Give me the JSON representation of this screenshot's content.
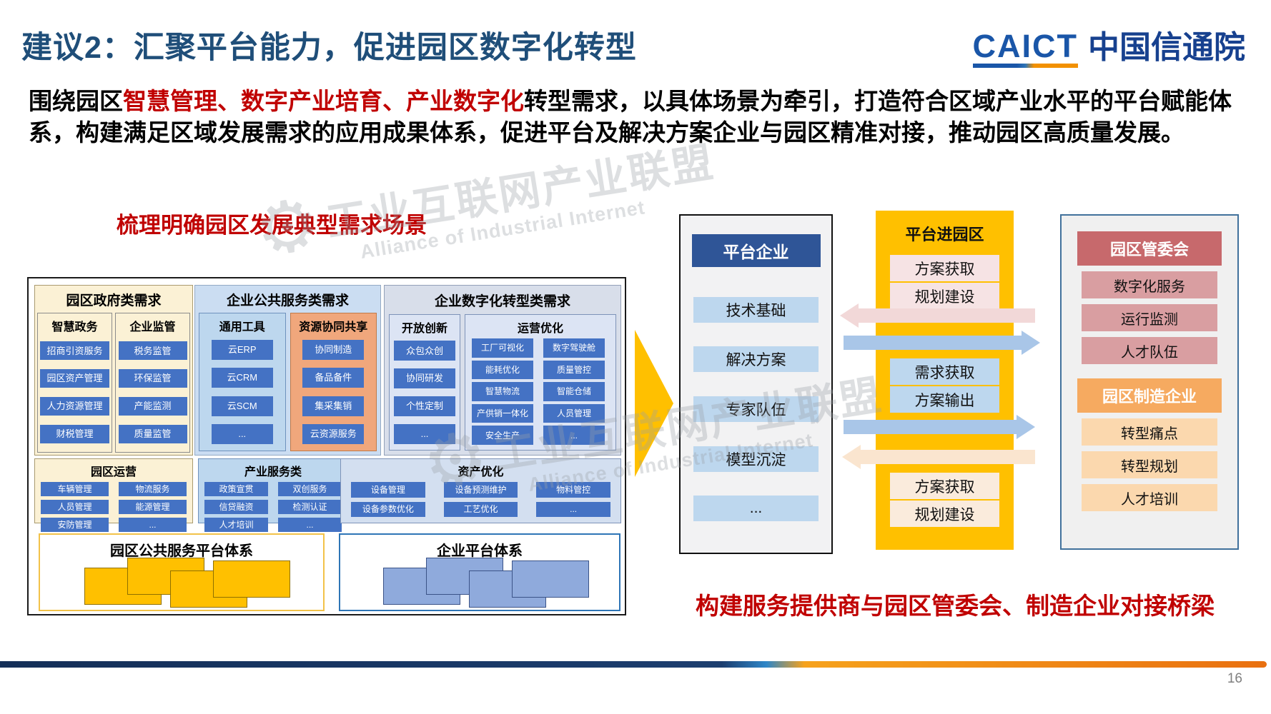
{
  "header": {
    "title": "建议2：汇聚平台能力，促进园区数字化转型",
    "logo_text": "CAICT",
    "logo_cn": "中国信通院"
  },
  "intro": {
    "lead": "围绕园区",
    "highlight": "智慧管理、数字产业培育、产业数字化",
    "rest": "转型需求，以具体场景为牵引，打造符合区域产业水平的平台赋能体系，构建满足区域发展需求的应用成果体系，促进平台及解决方案企业与园区精准对接，推动园区高质量发展。"
  },
  "captions": {
    "demand": "梳理明确园区发展典型需求场景",
    "bridge": "构建服务提供商与园区管委会、制造企业对接桥梁"
  },
  "watermark": {
    "cn": "工业互联网产业联盟",
    "en": "Alliance of Industrial Internet",
    "gear": "⚙"
  },
  "colors": {
    "title_blue": "#1F4E79",
    "accent_red": "#C00000",
    "gold": "#FFC000",
    "item_blue": "#4472C4",
    "light_blue": "#BDD7EE",
    "rose": "#C7696C",
    "orange": "#F6AA60"
  },
  "demand": {
    "gov": {
      "title": "园区政府类需求",
      "groups": [
        {
          "title": "智慧政务",
          "items": [
            "招商引资服务",
            "园区资产管理",
            "人力资源管理",
            "财税管理"
          ]
        },
        {
          "title": "企业监管",
          "items": [
            "税务监管",
            "环保监管",
            "产能监测",
            "质量监管"
          ]
        }
      ]
    },
    "operation": {
      "title": "园区运营",
      "items": [
        "车辆管理",
        "物流服务",
        "人员管理",
        "能源管理",
        "安防管理",
        "..."
      ]
    },
    "public": {
      "title": "企业公共服务类需求",
      "tools": {
        "title": "通用工具",
        "items": [
          "云ERP",
          "云CRM",
          "云SCM",
          "..."
        ]
      },
      "share": {
        "title": "资源协同共享",
        "items": [
          "协同制造",
          "备品备件",
          "集采集销",
          "云资源服务"
        ]
      }
    },
    "industry": {
      "title": "产业服务类",
      "items": [
        "政策宣贯",
        "双创服务",
        "信贷融资",
        "检测认证",
        "人才培训",
        "..."
      ]
    },
    "digital": {
      "title": "企业数字化转型类需求",
      "innovation": {
        "title": "开放创新",
        "items": [
          "众包众创",
          "协同研发",
          "个性定制",
          "..."
        ]
      },
      "operation_opt": {
        "title": "运营优化",
        "items": [
          "工厂可视化",
          "数字驾驶舱",
          "能耗优化",
          "质量管控",
          "智慧物流",
          "智能仓储",
          "产供销一体化",
          "人员管理",
          "安全生产",
          "..."
        ]
      }
    },
    "asset": {
      "title": "资产优化",
      "items": [
        "设备管理",
        "设备预测维护",
        "物料管控",
        "设备参数优化",
        "工艺优化",
        "..."
      ]
    },
    "platform_systems": {
      "park": "园区公共服务平台体系",
      "enterprise": "企业平台体系"
    }
  },
  "platform_company": {
    "title": "平台企业",
    "items": [
      "技术基础",
      "解决方案",
      "专家队伍",
      "模型沉淀",
      "..."
    ]
  },
  "platform_to_park": {
    "title": "平台进园区",
    "top": [
      "方案获取",
      "规划建设"
    ],
    "middle": [
      "需求获取",
      "方案输出"
    ],
    "bottom": [
      "方案获取",
      "规划建设"
    ]
  },
  "park": {
    "committee": {
      "title": "园区管委会",
      "items": [
        "数字化服务",
        "运行监测",
        "人才队伍"
      ]
    },
    "manufacturer": {
      "title": "园区制造企业",
      "items": [
        "转型痛点",
        "转型规划",
        "人才培训"
      ]
    }
  },
  "footer": {
    "page": "16"
  }
}
